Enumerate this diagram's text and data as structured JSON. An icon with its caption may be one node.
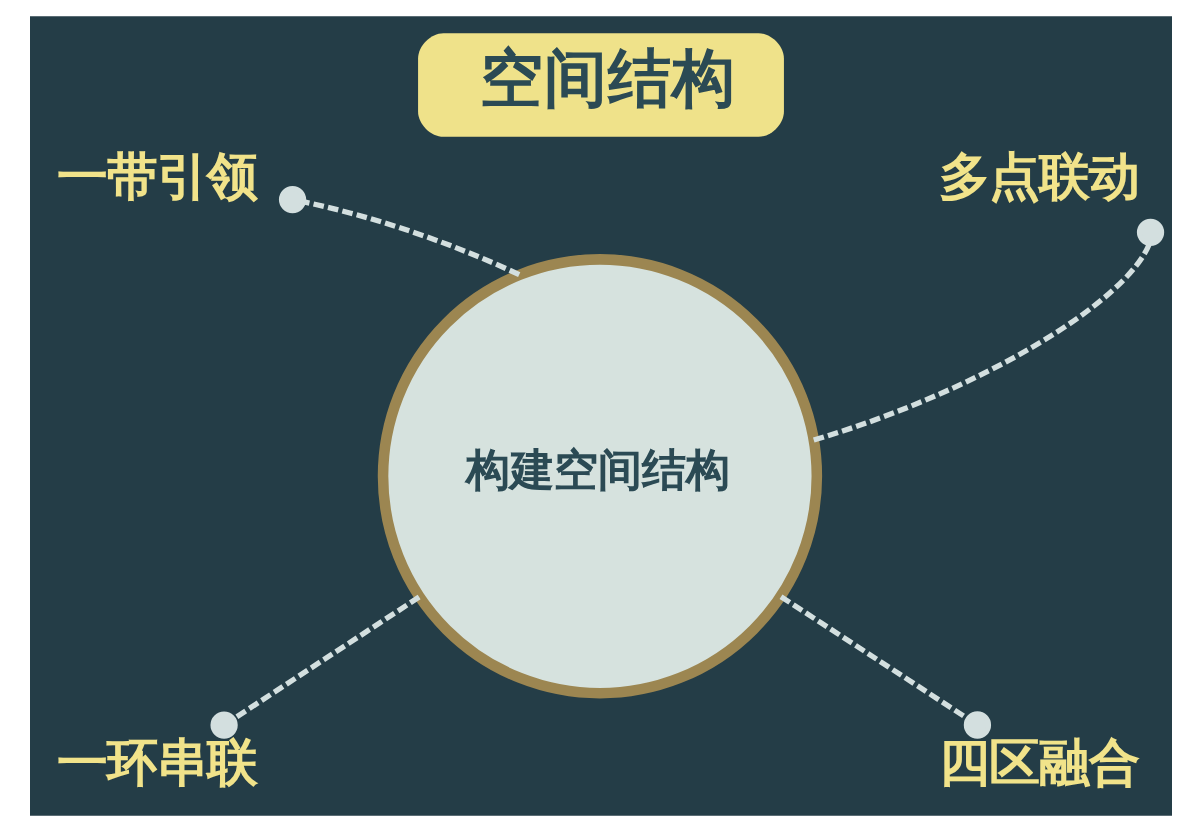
{
  "diagram": {
    "title": "空间结构",
    "nodes": [
      {
        "text": [
          "一带引领"
        ]
      },
      {
        "text": [
          "多点联动"
        ]
      },
      {
        "text": [
          "构建空间结构"
        ]
      },
      {
        "text": [
          "一环串联"
        ]
      },
      {
        "text": [
          "四区融合"
        ]
      }
    ],
    "edges": [
      {
        "from": 2,
        "to": 0,
        "arrow": "other",
        "style": "dashed"
      },
      {
        "from": 2,
        "to": 1,
        "arrow": "other",
        "style": "dashed"
      },
      {
        "from": 2,
        "to": 3,
        "arrow": "other",
        "style": "dashed"
      },
      {
        "from": 2,
        "to": 4,
        "arrow": "other",
        "style": "dashed"
      }
    ]
  }
}
